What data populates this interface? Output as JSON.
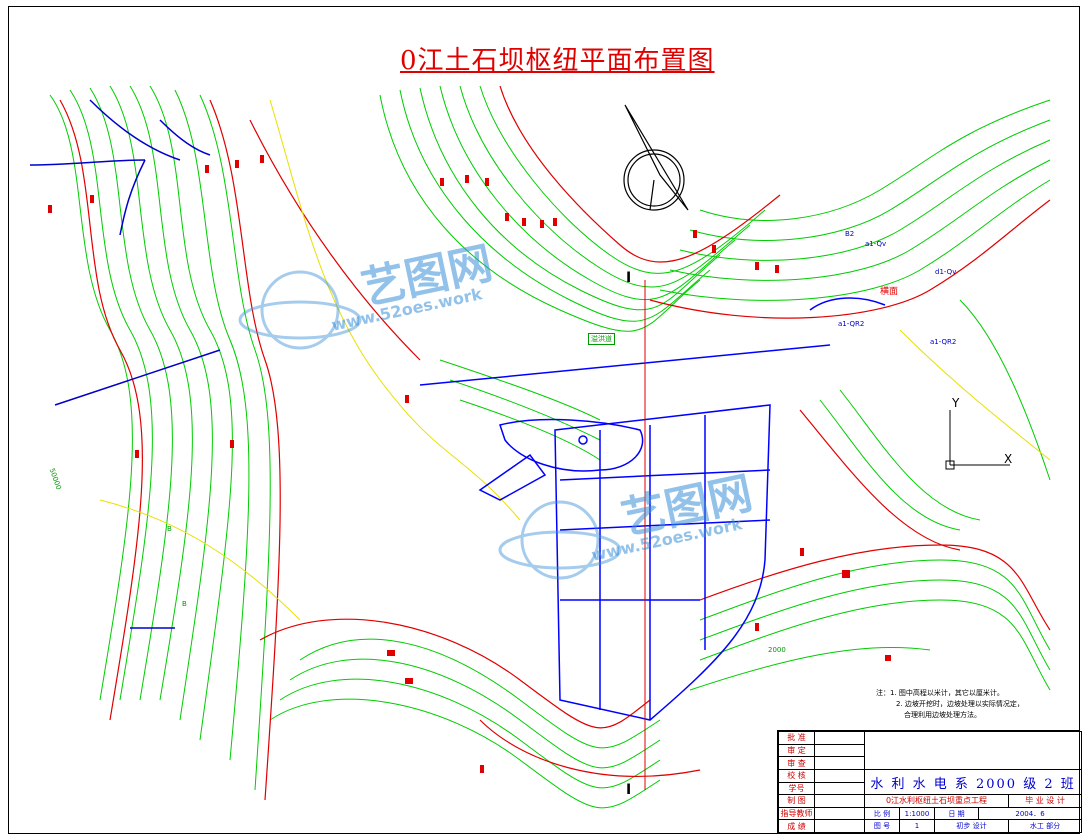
{
  "title": "0江土石坝枢纽平面布置图",
  "watermark": {
    "brand": "艺图网",
    "site": "www.52oes.work"
  },
  "map_labels": {
    "section_mark": "I",
    "section_mark_bottom": "I",
    "cross_section": "横面",
    "spillway_tag": "溢洪道",
    "axis_y": "Y",
    "axis_x": "X",
    "contour_label_a": "B2",
    "contour_label_b": "d1-Qv",
    "contour_label_c": "a1-QR2",
    "contour_label_d": "a1-QR2",
    "contour_label_e": "a1-Qv",
    "contour_label_f": "2000",
    "contour_label_g": "50000",
    "contour_label_h": "B",
    "contour_label_i": "B"
  },
  "notes": {
    "title": "注：",
    "line1": "1. 图中高程以米计，其它以厘米计。",
    "line2": "2. 边坡开挖时，边坡处理以实际情况定，",
    "line3": "合理利用边坡处理方法。"
  },
  "title_block": {
    "rows_left": [
      "批 准",
      "审 定",
      "审 查",
      "校 核",
      "学号",
      "制 图",
      "指导教师",
      "成 绩"
    ],
    "school": "水 利 水 电 系  2000 级 2 班",
    "drawing_name": "0江水利枢纽土石坝重点工程",
    "project_type": "毕 业 设 计",
    "scale_label": "比  例",
    "scale_value": "1:1000",
    "date_label": "日  期",
    "date_value": "2004．6",
    "drawing_no_label": "图  号",
    "drawing_no_value": "1",
    "design_stage": "初步 设计",
    "section_part": "水工 部分"
  },
  "colors": {
    "contour_green": "#00cc00",
    "contour_red": "#e00000",
    "contour_yellow": "#e8e000",
    "structure_blue": "#0000ff",
    "title_red": "#e00000"
  }
}
